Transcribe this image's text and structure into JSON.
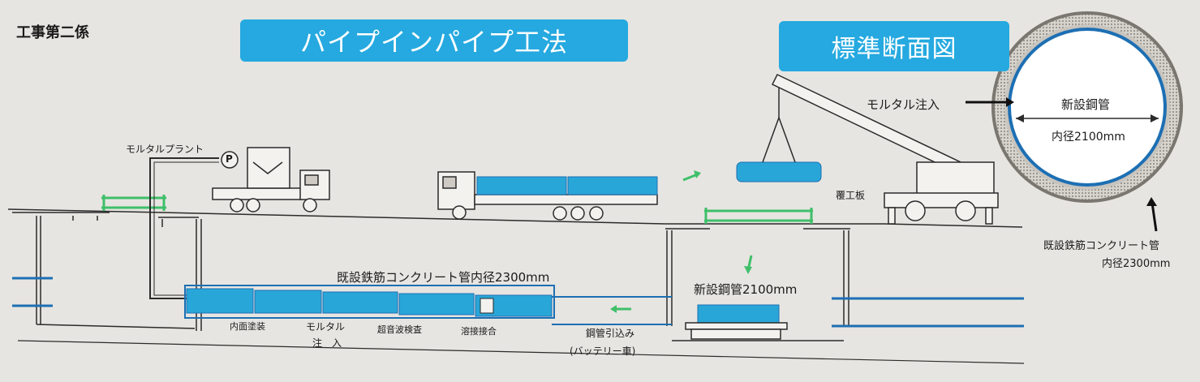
{
  "header": {
    "section_label": "工事第二係",
    "method_title": "パイプインパイプ工法",
    "section_title": "標準断面図"
  },
  "labels": {
    "mortar_plant": "モルタルプラント",
    "pump_symbol": "P",
    "existing_pipe": "既設鉄筋コンクリート管内径2300mm",
    "new_pipe_2100": "新設鋼管2100mm",
    "inner_coating": "内面塗装",
    "mortar_injection_line1": "モルタル",
    "mortar_injection_line2": "注　入",
    "ultrasonic_inspection": "超音波検査",
    "weld_joint": "溶接接合",
    "pipe_pull_in": "鋼管引込み",
    "battery_car": "(バッテリー車)",
    "cover_plate": "覆工板"
  },
  "cross_section": {
    "mortar_injection": "モルタル注入",
    "new_steel_pipe": "新設鋼管",
    "inner_diameter_new": "内径2100mm",
    "existing_rc_pipe": "既設鉄筋コンクリート管",
    "inner_diameter_existing": "内径2300mm"
  },
  "colors": {
    "background": "#e7e5e1",
    "banner": "#25a9e0",
    "pipe_cyan": "#29a6d8",
    "pipe_blue": "#1d6fb3",
    "line": "#2b2b2b",
    "green": "#3fbf6a",
    "concrete": "#9a9690"
  }
}
